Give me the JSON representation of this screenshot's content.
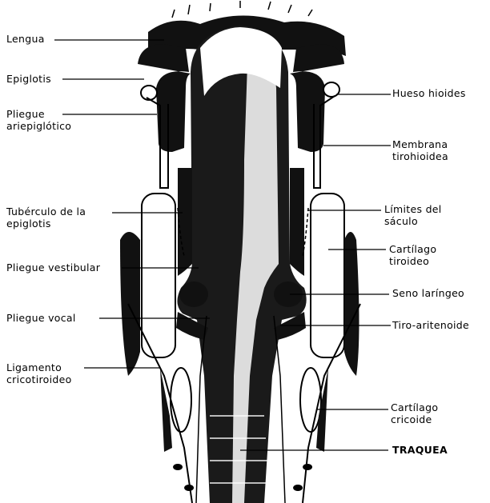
{
  "labels_left": {
    "lengua": "Lengua",
    "epiglotis": "Epiglotis",
    "pliegue_ariepiglotico_1": "Pliegue",
    "pliegue_ariepiglotico_2": "ariepiglótico",
    "tuberculo_1": "Tubérculo de la",
    "tuberculo_2": "epiglotis",
    "pliegue_vestibular": "Pliegue vestibular",
    "pliegue_vocal": "Pliegue vocal",
    "ligamento_1": "Ligamento",
    "ligamento_2": "cricotiroideo"
  },
  "labels_right": {
    "hueso_hioides": "Hueso hioides",
    "membrana_1": "Membrana",
    "membrana_2": "tirohioidea",
    "limites_1": "Límites del",
    "limites_2": "sáculo",
    "cartilago_tiroideo_1": "Cartílago",
    "cartilago_tiroideo_2": "tiroideo",
    "seno_laringeo": "Seno laríngeo",
    "tiro_aritenoide": "Tiro-aritenoide",
    "cartilago_cricoide_1": "Cartílago",
    "cartilago_cricoide_2": "cricoide",
    "traquea": "TRAQUEA"
  }
}
